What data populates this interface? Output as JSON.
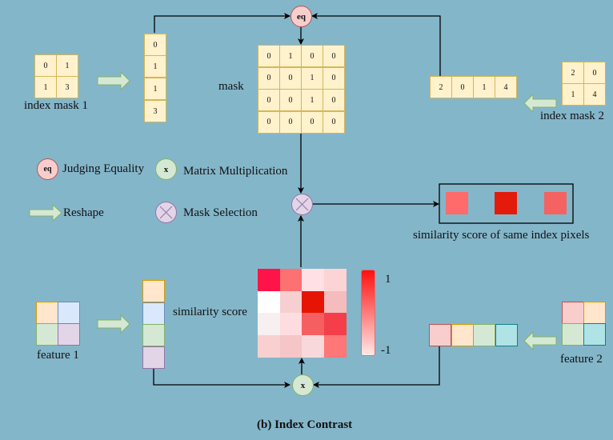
{
  "title": "(b) Index Contrast",
  "index_mask_1": {
    "label": "index mask 1",
    "grid": [
      "0",
      "1",
      "1",
      "3"
    ],
    "reshaped": [
      "0",
      "1",
      "1",
      "3"
    ]
  },
  "index_mask_2": {
    "label": "index mask 2",
    "grid": [
      "2",
      "0",
      "1",
      "4"
    ],
    "reshaped": [
      "2",
      "0",
      "1",
      "4"
    ]
  },
  "mask": {
    "label": "mask",
    "rows": [
      [
        "0",
        "1",
        "0",
        "0"
      ],
      [
        "0",
        "0",
        "1",
        "0"
      ],
      [
        "0",
        "0",
        "1",
        "0"
      ],
      [
        "0",
        "0",
        "0",
        "0"
      ]
    ]
  },
  "operators": {
    "eq": "eq",
    "matmul": "x"
  },
  "legend": {
    "eq_symbol": "eq",
    "eq_label": "Judging Equality",
    "matmul_symbol": "x",
    "matmul_label": "Matrix Multiplication",
    "reshape_label": "Reshape",
    "mask_selection_label": "Mask Selection"
  },
  "selected_scores": {
    "label": "similarity score of same index pixels",
    "colors": [
      "#ff6b6b",
      "#e41a0a",
      "#f46262"
    ]
  },
  "similarity": {
    "label": "similarity score",
    "colorbar_max": "1",
    "colorbar_min": "-1",
    "colors": [
      [
        "#ff1449",
        "#fd7172",
        "#ffe0e4",
        "#fdd4d6"
      ],
      [
        "#ffffff",
        "#f7cfd0",
        "#e61405",
        "#f5bcbd"
      ],
      [
        "#f7eff0",
        "#ffdce0",
        "#f65f62",
        "#f43f4a"
      ],
      [
        "#f8d0d0",
        "#f5c5c7",
        "#f8d8da",
        "#ff7777"
      ]
    ]
  },
  "feature_1": {
    "label": "feature 1",
    "cells": [
      {
        "fill": "#ffe6cc",
        "stroke": "#d79b00"
      },
      {
        "fill": "#dae8fc",
        "stroke": "#6c8ebf"
      },
      {
        "fill": "#d5e8d4",
        "stroke": "#82b366"
      },
      {
        "fill": "#e1d5e7",
        "stroke": "#9673a6"
      }
    ]
  },
  "feature_2": {
    "label": "feature 2",
    "cells": [
      {
        "fill": "#f8cecc",
        "stroke": "#b85450"
      },
      {
        "fill": "#ffe6cc",
        "stroke": "#d79b00"
      },
      {
        "fill": "#d5e8d4",
        "stroke": "#82b366"
      },
      {
        "fill": "#b0e3e6",
        "stroke": "#0e8088"
      }
    ]
  }
}
